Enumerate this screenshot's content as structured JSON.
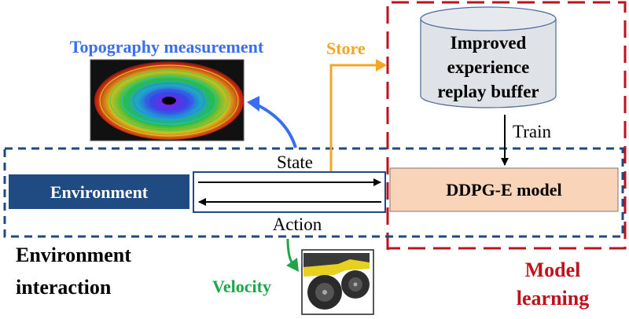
{
  "colors": {
    "topography": "#3a6ef0",
    "store": "#f5a623",
    "velocity": "#1fa64a",
    "model_learning": "#c0121c",
    "env_dashed": "#1f4a82",
    "environment_fill": "#1f4a82",
    "ddpg_fill": "#f9d4b8",
    "buffer_fill": "#dfe3e8"
  },
  "labels": {
    "topography": "Topography measurement",
    "store": "Store",
    "buffer_line1": "Improved",
    "buffer_line2": "experience",
    "buffer_line3": "replay buffer",
    "train": "Train",
    "state": "State",
    "action": "Action",
    "environment": "Environment",
    "ddpg": "DDPG-E model",
    "env_interaction_line1": "Environment",
    "env_interaction_line2": "interaction",
    "velocity": "Velocity",
    "model_learning_line1": "Model",
    "model_learning_line2": "learning"
  },
  "images": {
    "topography_image": "lidar-topography-scan",
    "robot_image": "wheeled-robot"
  }
}
